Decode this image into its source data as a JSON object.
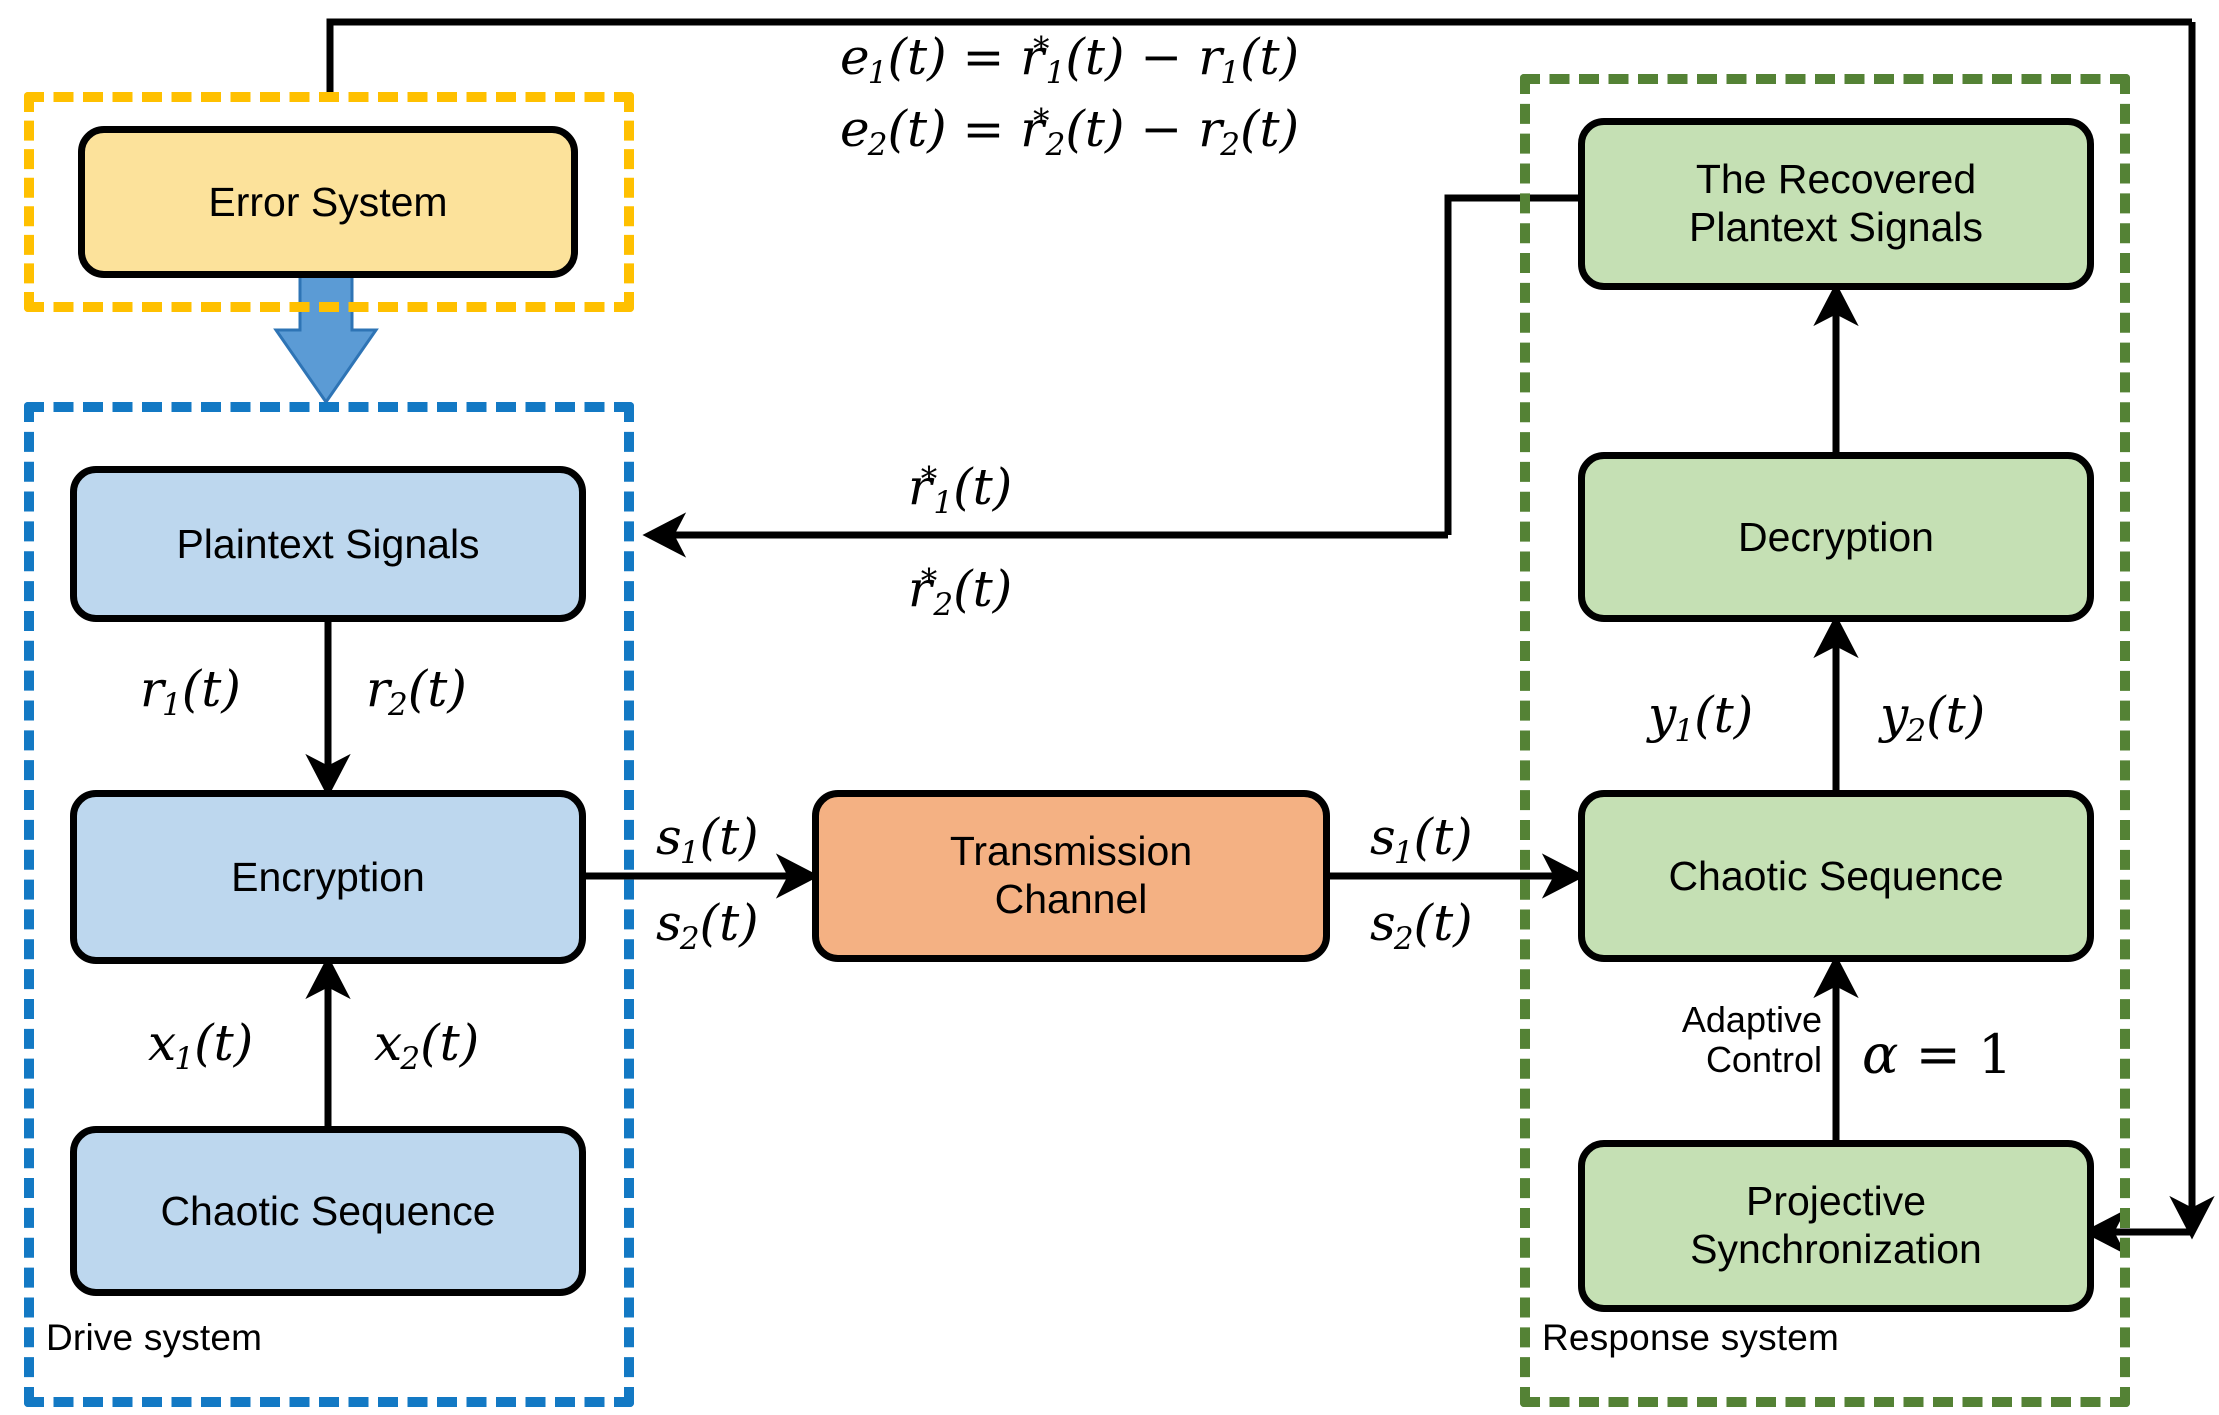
{
  "diagram": {
    "title": "Chaotic secure communication block diagram",
    "colors": {
      "yellow_fill": "#FCE29B",
      "blue_fill": "#BDD7EE",
      "green_fill": "#C5E0B4",
      "orange_fill": "#F4B183",
      "yellow_dash": "#FFC000",
      "blue_dash": "#1379C4",
      "green_dash": "#548235",
      "arrow_blue": "#5B9BD5",
      "stroke": "#000000"
    },
    "groups": {
      "error": {
        "label": ""
      },
      "drive": {
        "label": "Drive system"
      },
      "response": {
        "label": "Response system"
      }
    },
    "nodes": {
      "error_system": {
        "label": "Error  System"
      },
      "plaintext_signals": {
        "label": "Plaintext Signals"
      },
      "encryption": {
        "label": "Encryption"
      },
      "chaotic_drive": {
        "label": "Chaotic Sequence"
      },
      "transmission": {
        "line1": "Transmission",
        "line2": "Channel"
      },
      "recovered": {
        "line1": "The Recovered",
        "line2": "Plantext Signals"
      },
      "decryption": {
        "label": "Decryption"
      },
      "chaotic_response": {
        "label": "Chaotic Sequence"
      },
      "projective": {
        "line1": "Projective",
        "line2": "Synchronization"
      }
    },
    "equations": {
      "e1": {
        "lhs_var": "e",
        "lhs_sub": "1",
        "rhs": "= r*₁(t) − r₁(t)"
      },
      "e2": {
        "lhs_var": "e",
        "lhs_sub": "2",
        "rhs": "= r*₂(t) − r₂(t)"
      }
    },
    "edge_labels": {
      "r1": "r₁(t)",
      "r2": "r₂(t)",
      "x1": "x₁(t)",
      "x2": "x₂(t)",
      "s1_left": "s₁(t)",
      "s2_left": "s₂(t)",
      "s1_right": "s₁(t)",
      "s2_right": "s₂(t)",
      "y1": "y₁(t)",
      "y2": "y₂(t)",
      "r1star": "r*₁(t)",
      "r2star": "r*₂(t)",
      "adaptive_control_l1": "Adaptive",
      "adaptive_control_l2": "Control",
      "alpha": "α = 1"
    }
  }
}
